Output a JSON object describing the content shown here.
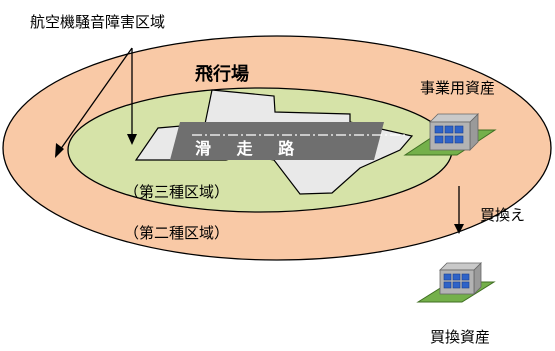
{
  "labels": {
    "noise_zone": "航空機騒音障害区域",
    "airport": "飛行場",
    "runway": "滑 走 路",
    "zone_3": "（第三種区域）",
    "zone_2": "（第二種区域）",
    "business_asset": "事業用資産",
    "replacement": "買換え",
    "replacement_asset": "買換資産"
  },
  "colors": {
    "outer_zone": "#f9c9a6",
    "inner_zone": "#d6e3a8",
    "airport_area": "#e9e9e9",
    "runway": "#6f6f6f",
    "building_window": "#2e63c8",
    "ground_tile": "#74b04a"
  },
  "icons": {
    "business_asset": "building-icon",
    "replacement_asset": "building-icon"
  }
}
